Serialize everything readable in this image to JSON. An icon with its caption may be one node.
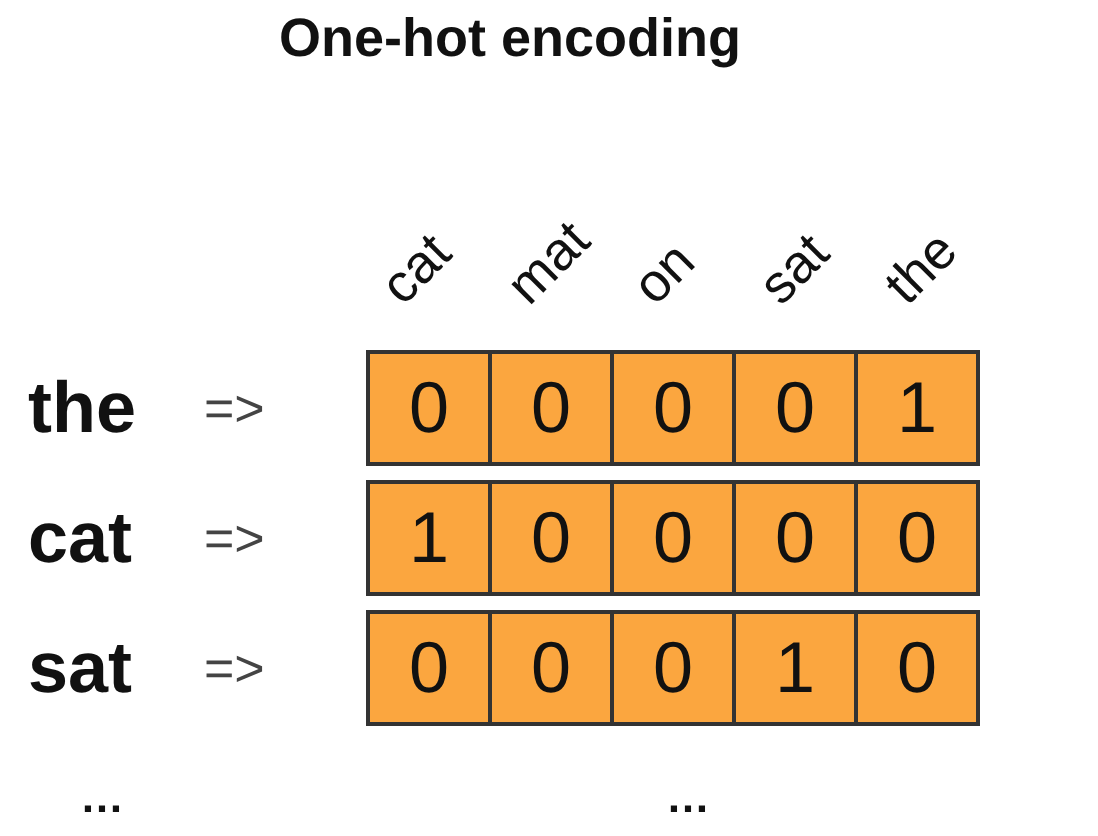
{
  "diagram": {
    "title": "One-hot encoding",
    "nodes": [
      {
        "text": [
          "0"
        ]
      },
      {
        "text": [
          "0"
        ]
      },
      {
        "text": [
          "0"
        ]
      },
      {
        "text": [
          "0"
        ]
      },
      {
        "text": [
          "1"
        ]
      },
      {
        "text": [
          "1"
        ]
      },
      {
        "text": [
          "0"
        ]
      },
      {
        "text": [
          "0"
        ]
      },
      {
        "text": [
          "0"
        ]
      },
      {
        "text": [
          "0"
        ]
      },
      {
        "text": [
          "0"
        ]
      },
      {
        "text": [
          "0"
        ]
      },
      {
        "text": [
          "0"
        ]
      },
      {
        "text": [
          "1"
        ]
      },
      {
        "text": [
          "0"
        ]
      }
    ],
    "labels": [
      "cat",
      "mat",
      "on",
      "sat",
      "the",
      "the",
      "=>",
      "cat",
      "=>",
      "sat",
      "=>",
      "…",
      "…"
    ]
  }
}
